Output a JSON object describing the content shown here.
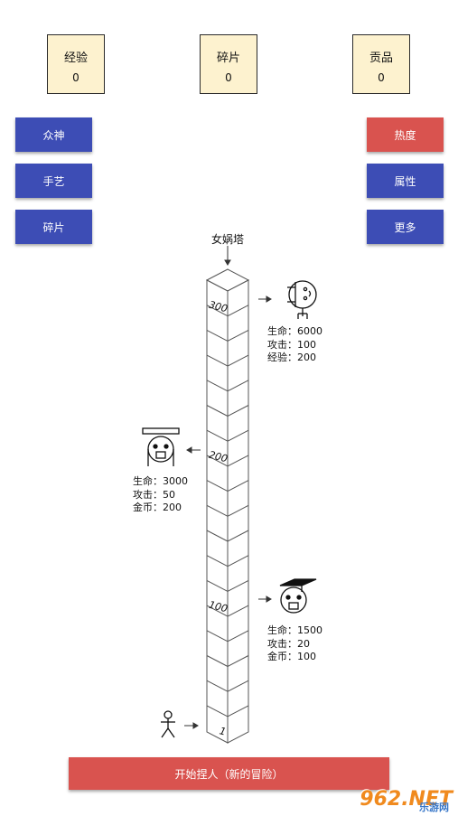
{
  "stats": [
    {
      "label": "经验",
      "value": "0"
    },
    {
      "label": "碎片",
      "value": "0"
    },
    {
      "label": "贡品",
      "value": "0"
    }
  ],
  "left_buttons": [
    "众神",
    "手艺",
    "碎片"
  ],
  "right_buttons": [
    "热度",
    "属性",
    "更多"
  ],
  "tower": {
    "title": "女娲塔",
    "level_labels": [
      "300",
      "200",
      "100",
      "1"
    ]
  },
  "enemies": [
    {
      "lines": [
        "生命：6000",
        "攻击：100",
        "经验：200"
      ]
    },
    {
      "lines": [
        "生命：3000",
        "攻击：50",
        "金币：200"
      ]
    },
    {
      "lines": [
        "生命：1500",
        "攻击：20",
        "金币：100"
      ]
    }
  ],
  "start_button": "开始捏人（新的冒险）",
  "watermark": {
    "brand": "962.NET",
    "sub": "乐游网"
  },
  "colors": {
    "blue": "#3d4db5",
    "red": "#d9534f",
    "stat_bg": "#fdf2cf"
  }
}
